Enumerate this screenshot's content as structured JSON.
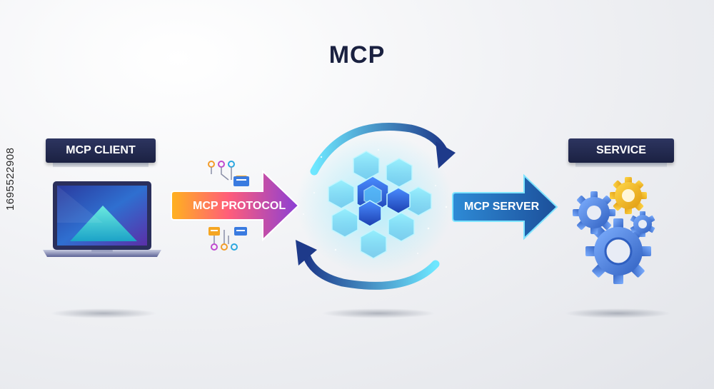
{
  "title": "MCP",
  "client": {
    "label": "MCP CLIENT"
  },
  "protocol": {
    "label": "MCP PROTOCOL"
  },
  "server": {
    "label": "MCP SERVER"
  },
  "service": {
    "label": "SERVICE"
  },
  "watermark": "1695522908",
  "colors": {
    "tab_dark": "#1b2142",
    "protocol_gradient": [
      "#ffb21e",
      "#ff5d7a",
      "#8a3fd6"
    ],
    "server_arrow": "#1f6fb3",
    "hex_glow": "#3fd0ff",
    "gear_blue": "#4a7fd8",
    "gear_yellow": "#f5b81c"
  }
}
